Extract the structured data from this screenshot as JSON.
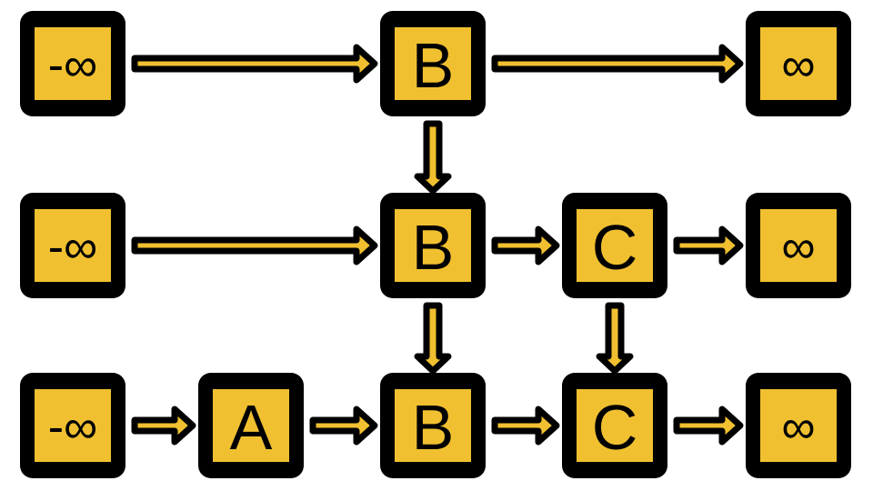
{
  "colors": {
    "fill": "#f0c030",
    "outline": "#000000",
    "background": "#ffffff"
  },
  "levels": [
    {
      "nodes": [
        {
          "id": "L0_neg",
          "label": "-∞"
        },
        {
          "id": "L0_B",
          "label": "B"
        },
        {
          "id": "L0_pos",
          "label": "∞"
        }
      ]
    },
    {
      "nodes": [
        {
          "id": "L1_neg",
          "label": "-∞"
        },
        {
          "id": "L1_B",
          "label": "B"
        },
        {
          "id": "L1_C",
          "label": "C"
        },
        {
          "id": "L1_pos",
          "label": "∞"
        }
      ]
    },
    {
      "nodes": [
        {
          "id": "L2_neg",
          "label": "-∞"
        },
        {
          "id": "L2_A",
          "label": "A"
        },
        {
          "id": "L2_B",
          "label": "B"
        },
        {
          "id": "L2_C",
          "label": "C"
        },
        {
          "id": "L2_pos",
          "label": "∞"
        }
      ]
    }
  ],
  "edges": [
    {
      "from": "L0_neg",
      "to": "L0_B"
    },
    {
      "from": "L0_B",
      "to": "L0_pos"
    },
    {
      "from": "L1_neg",
      "to": "L1_B"
    },
    {
      "from": "L1_B",
      "to": "L1_C"
    },
    {
      "from": "L1_C",
      "to": "L1_pos"
    },
    {
      "from": "L2_neg",
      "to": "L2_A"
    },
    {
      "from": "L2_A",
      "to": "L2_B"
    },
    {
      "from": "L2_B",
      "to": "L2_C"
    },
    {
      "from": "L2_C",
      "to": "L2_pos"
    },
    {
      "from": "L0_B",
      "to": "L1_B"
    },
    {
      "from": "L1_B",
      "to": "L2_B"
    },
    {
      "from": "L1_C",
      "to": "L2_C"
    }
  ]
}
